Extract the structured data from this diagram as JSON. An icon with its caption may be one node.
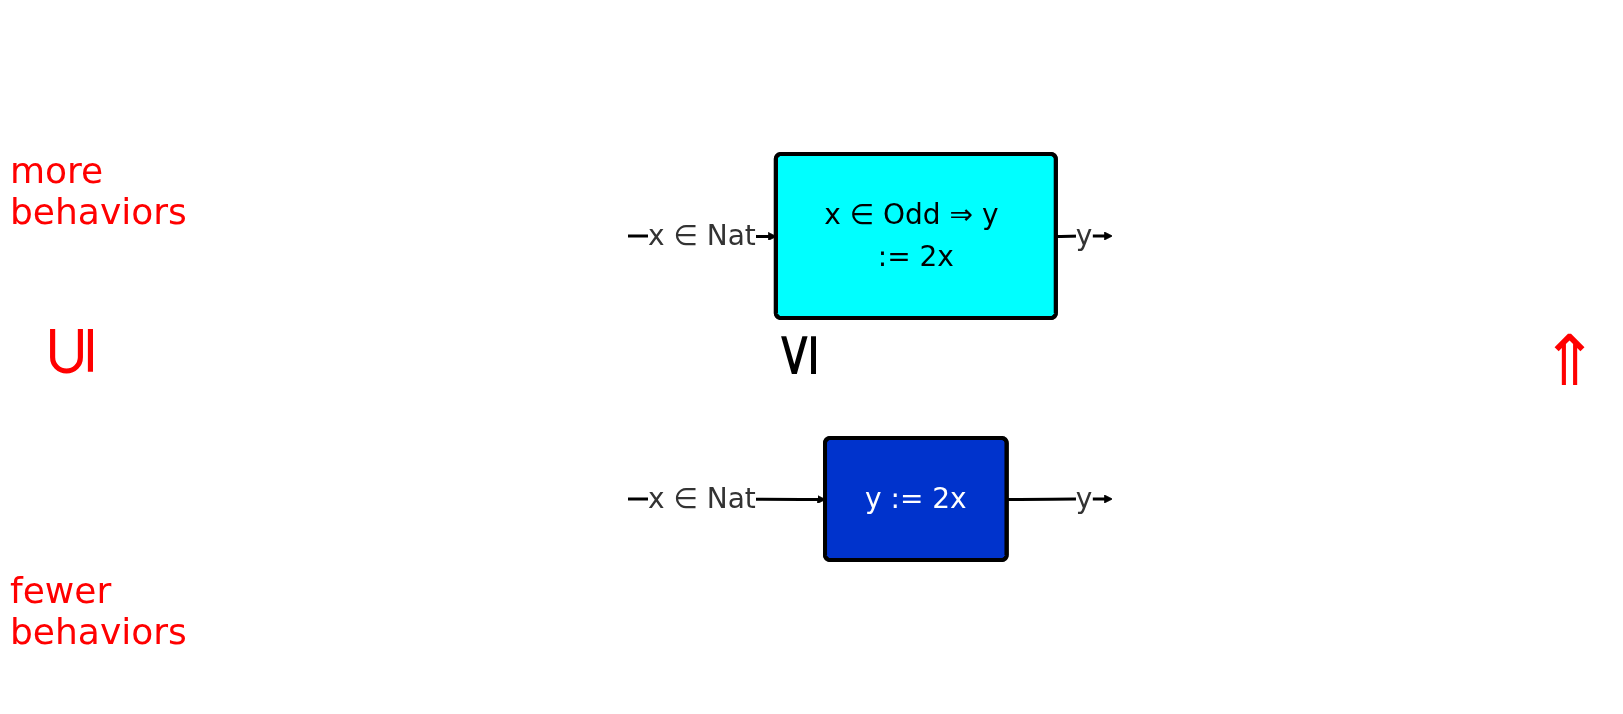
{
  "diagram": {
    "nodes": [
      {
        "text": [
          "x ∈ Odd ⇒ y := 2x"
        ]
      },
      {
        "text": [
          "y := 2x"
        ]
      }
    ],
    "edges": [
      {
        "from": null,
        "to": 0,
        "arrow": "to",
        "label": "x ∈ Nat"
      },
      {
        "from": 0,
        "to": null,
        "arrow": "to",
        "label": "y"
      },
      {
        "from": null,
        "to": 1,
        "arrow": "to",
        "label": "x ∈ Nat"
      },
      {
        "from": 1,
        "to": null,
        "arrow": "to",
        "label": "y"
      }
    ],
    "labels": [
      "more behaviors",
      "⊆",
      "≤",
      "⇑",
      "fewer behaviors"
    ]
  }
}
